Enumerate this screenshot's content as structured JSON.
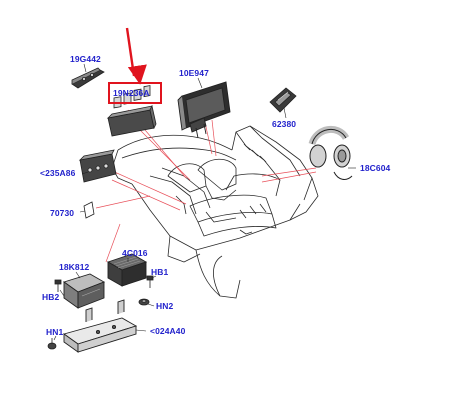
{
  "diagram": {
    "highlight_color": "#e0141e",
    "label_color": "#2222cc",
    "leader_color": "#e8505a",
    "line_color": "#222222",
    "labels": {
      "p19G442": "19G442",
      "p19N236A": "19N236A",
      "p10E947": "10E947",
      "p62380": "62380",
      "p235A86": "<235A86",
      "p18C604": "18C604",
      "p70730": "70730",
      "p18K812": "18K812",
      "p4C016": "4C016",
      "pHB1": "HB1",
      "pHB2": "HB2",
      "pHN2": "HN2",
      "pHN1": "HN1",
      "p024A40": "<024A40"
    },
    "highlighted_part": "19N236A"
  }
}
